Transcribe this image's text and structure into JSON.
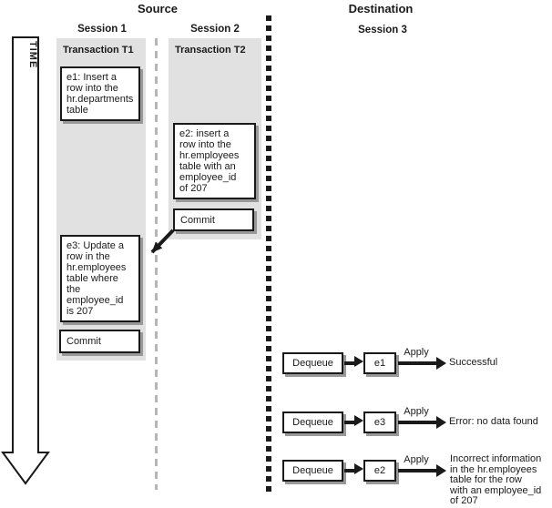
{
  "colors": {
    "ink": "#1a1a1a",
    "column_bg": "#e1e1e1",
    "box_shadow": "#999999",
    "gray_dash": "#b5b5b5"
  },
  "time_axis": {
    "label": "TIME"
  },
  "source": {
    "title": "Source",
    "session1": {
      "name": "Session 1",
      "transaction": "Transaction T1",
      "e1": "e1: Insert a\nrow into the\nhr.departments\ntable",
      "e3": "e3: Update a\nrow in the\nhr.employees\ntable where\nthe\nemployee_id\nis 207",
      "commit": "Commit"
    },
    "session2": {
      "name": "Session 2",
      "transaction": "Transaction T2",
      "e2": "e2: insert a\nrow into the\nhr.employees\ntable with an\nemployee_id\nof 207",
      "commit": "Commit"
    }
  },
  "destination": {
    "title": "Destination",
    "session3": {
      "name": "Session 3"
    },
    "apply_rows": [
      {
        "dequeue": "Dequeue",
        "event": "e1",
        "arrow_label": "Apply",
        "result": "Successful"
      },
      {
        "dequeue": "Dequeue",
        "event": "e3",
        "arrow_label": "Apply",
        "result": "Error: no data found"
      },
      {
        "dequeue": "Dequeue",
        "event": "e2",
        "arrow_label": "Apply",
        "result": "Incorrect information\nin the hr.employees\ntable for the row\nwith an employee_id\nof 207"
      }
    ]
  }
}
